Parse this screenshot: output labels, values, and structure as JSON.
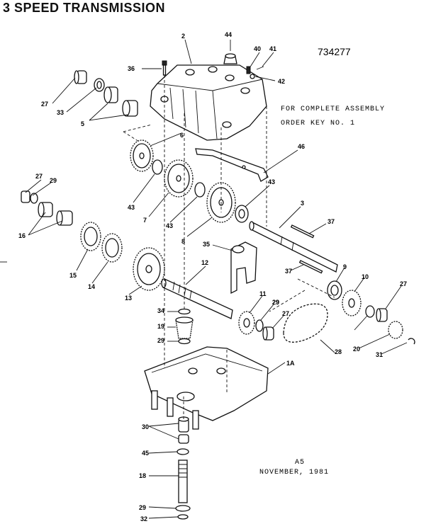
{
  "title": "3 SPEED TRANSMISSION",
  "diagram_number": "734277",
  "note_line1": "FOR COMPLETE ASSEMBLY",
  "note_line2": "ORDER KEY NO. 1",
  "footer_code": "A5",
  "footer_date": "NOVEMBER, 1981",
  "labels": [
    "2",
    "44",
    "40",
    "41",
    "36",
    "42",
    "27",
    "33",
    "5",
    "6",
    "46",
    "27",
    "29",
    "43",
    "7",
    "43",
    "43",
    "8",
    "3",
    "37",
    "16",
    "35",
    "12",
    "15",
    "14",
    "13",
    "37",
    "9",
    "10",
    "27",
    "11",
    "29",
    "34",
    "27",
    "19",
    "29",
    "29",
    "28",
    "20",
    "31",
    "1A",
    "30",
    "45",
    "18",
    "29",
    "32"
  ]
}
